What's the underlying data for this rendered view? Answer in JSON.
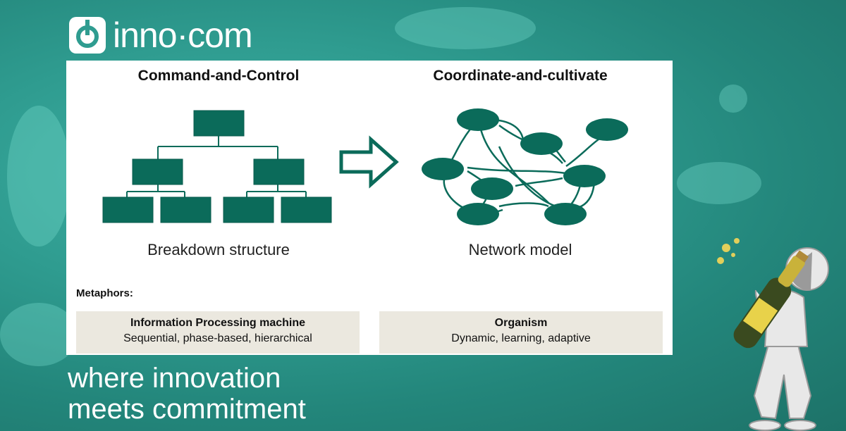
{
  "brand": {
    "logo_text": "inno·com",
    "tagline_line1": "where innovation",
    "tagline_line2": "meets commitment"
  },
  "left": {
    "heading": "Command-and-Control",
    "caption": "Breakdown structure",
    "metaphor_title": "Information Processing machine",
    "metaphor_sub": "Sequential, phase-based, hierarchical"
  },
  "right": {
    "heading": "Coordinate-and-cultivate",
    "caption": "Network model",
    "metaphor_title": "Organism",
    "metaphor_sub": "Dynamic, learning, adaptive"
  },
  "metaphors_label": "Metaphors:",
  "colors": {
    "shape_fill": "#0b6b5a",
    "box_bg": "#ebe8df",
    "background": "#2f9c90"
  }
}
